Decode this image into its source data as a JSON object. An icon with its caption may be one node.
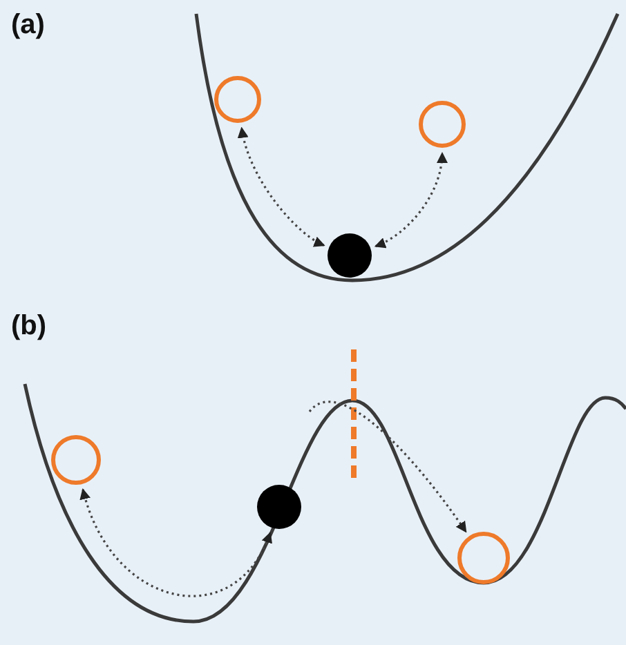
{
  "diagram": {
    "nodes": [
      {
        "text": [],
        "shape": "circle"
      },
      {
        "text": [],
        "shape": "circle"
      },
      {
        "text": [],
        "shape": "circle"
      },
      {
        "text": [],
        "shape": "circle"
      },
      {
        "text": [],
        "shape": "circle"
      },
      {
        "text": [],
        "shape": "circle"
      }
    ],
    "edges": [
      {
        "from": 1,
        "to": 0,
        "arrow": "both"
      },
      {
        "from": 1,
        "to": 2,
        "arrow": "both"
      },
      {
        "from": 3,
        "to": 4,
        "arrow": "both"
      },
      {
        "from": null,
        "to": 5,
        "arrow": "to"
      }
    ],
    "labels": [
      "(a)",
      "(b)"
    ]
  }
}
